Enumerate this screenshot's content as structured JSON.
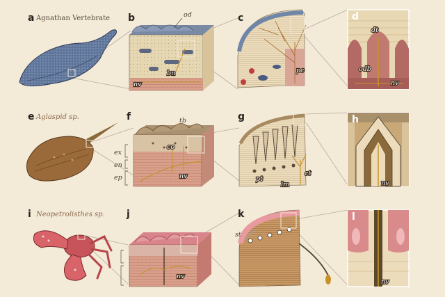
{
  "rows": [
    {
      "letter": "a",
      "title": "Agnathan Vertebrate",
      "italic": false
    },
    {
      "letter": "e",
      "title": "Aglaspid sp.",
      "italic": true
    },
    {
      "letter": "i",
      "title": "Neopetrolisthes sp.",
      "italic": true
    }
  ],
  "panels": {
    "b": "b",
    "c": "c",
    "d": "d",
    "f": "f",
    "g": "g",
    "h": "h",
    "j": "j",
    "k": "k",
    "l": "l"
  },
  "annotations": {
    "od": "od",
    "nv_b": "nv",
    "bn": "bn",
    "pc": "pc",
    "dt": "dt",
    "odb": "odb",
    "nv_d": "nv",
    "tb": "tb",
    "co": "co",
    "ex": "ex",
    "en": "en",
    "ep": "ep",
    "nv_f": "nv",
    "pt": "pt",
    "lm": "lm",
    "ct": "ct",
    "nv_h": "nv",
    "nv_j": "nv",
    "st": "st",
    "nv_l": "nv"
  },
  "colors": {
    "background": "#f3ead8",
    "vertebrate_blue": "#5d7291",
    "bone_tan": "#d9c9a4",
    "tissue_pink": "#d9a08c",
    "nerve_gold": "#c8922a",
    "crab_red": "#c7545a",
    "carapace_brown": "#9a6a3a"
  }
}
